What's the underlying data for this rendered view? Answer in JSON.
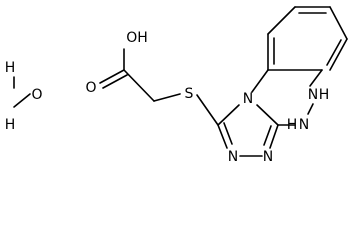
{
  "molecule": {
    "atoms": {
      "water_h_top": "H",
      "water_o": "O",
      "water_h_bottom": "H",
      "acid_oh": "OH",
      "carbonyl_o": "O",
      "thio_s": "S",
      "ring_n1": "N",
      "ring_n2": "N",
      "ring_n3": "N",
      "nh_4": "H",
      "nh_5": "H",
      "nh_4_n": "N",
      "nh_5_n": "N"
    }
  }
}
